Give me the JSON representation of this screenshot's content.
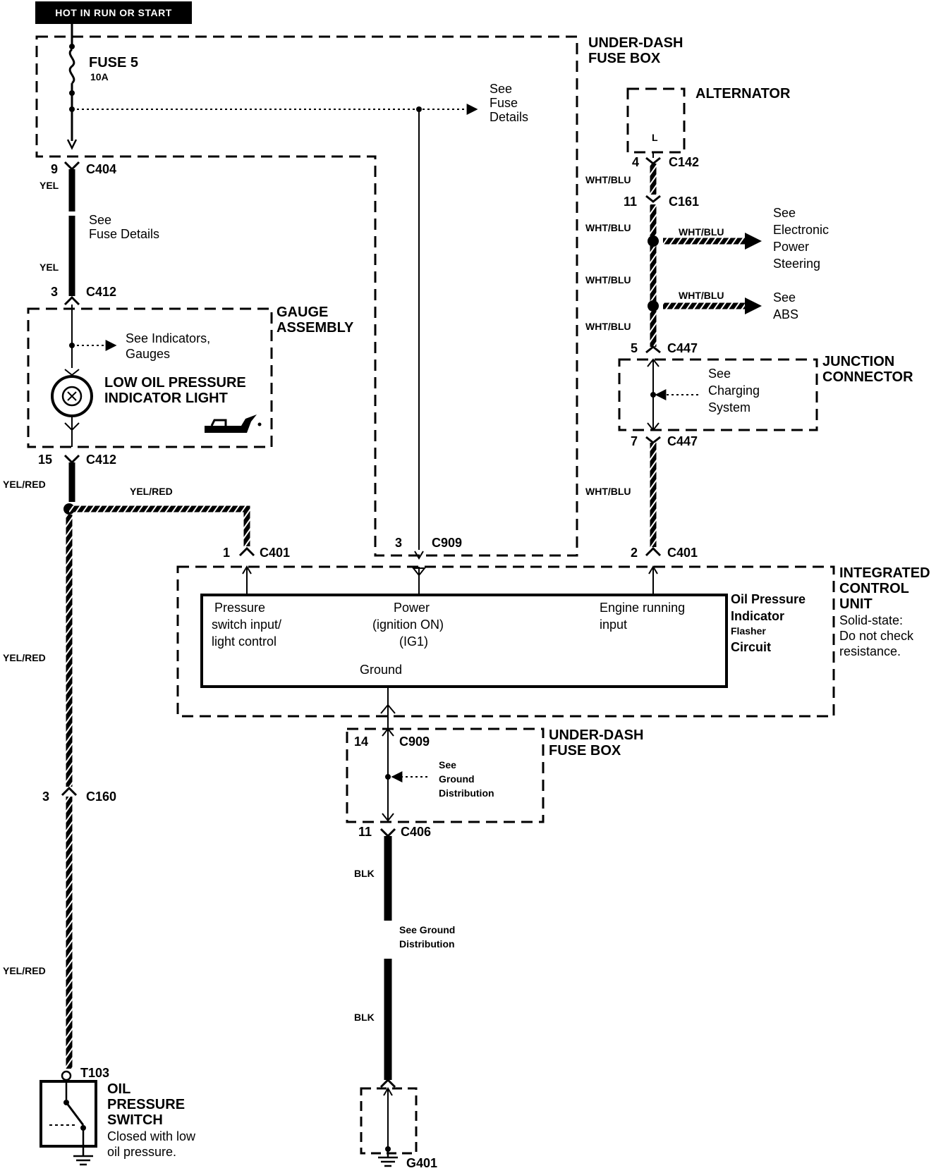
{
  "banner": "HOT IN RUN OR START",
  "fuse": {
    "name": "FUSE 5",
    "rating": "10A"
  },
  "components": {
    "under_dash_fuse_box_top": [
      "UNDER-DASH",
      "FUSE BOX"
    ],
    "alternator": "ALTERNATOR",
    "alternator_terminal": "L",
    "gauge_assembly": [
      "GAUGE",
      "ASSEMBLY"
    ],
    "indicator_light": [
      "LOW OIL PRESSURE",
      "INDICATOR LIGHT"
    ],
    "junction_connector": [
      "JUNCTION",
      "CONNECTOR"
    ],
    "icu": [
      "INTEGRATED",
      "CONTROL",
      "UNIT"
    ],
    "icu_note": [
      "Solid-state:",
      "Do not check",
      "resistance."
    ],
    "icu_circuit": [
      "Oil  Pressure",
      "Indicator",
      "Flasher",
      "Circuit"
    ],
    "icu_pins": {
      "pressure": [
        "Pressure",
        "switch input/",
        "light control"
      ],
      "power": [
        "Power",
        "(ignition ON)",
        "(IG1)"
      ],
      "engine": [
        "Engine running",
        "input"
      ],
      "ground": "Ground"
    },
    "under_dash_fuse_box_bottom": [
      "UNDER-DASH",
      "FUSE BOX"
    ],
    "oil_pressure_switch": [
      "OIL",
      "PRESSURE",
      "SWITCH"
    ],
    "oil_pressure_switch_note": [
      "Closed with low",
      "oil pressure."
    ]
  },
  "connectors": {
    "c404": {
      "pin": "9",
      "name": "C404"
    },
    "c412_top": {
      "pin": "3",
      "name": "C412"
    },
    "c412_bottom": {
      "pin": "15",
      "name": "C412"
    },
    "c401_1": {
      "pin": "1",
      "name": "C401"
    },
    "c909_top": {
      "pin": "3",
      "name": "C909"
    },
    "c401_2": {
      "pin": "2",
      "name": "C401"
    },
    "c142": {
      "pin": "4",
      "name": "C142"
    },
    "c161": {
      "pin": "11",
      "name": "C161"
    },
    "c447_top": {
      "pin": "5",
      "name": "C447"
    },
    "c447_bottom": {
      "pin": "7",
      "name": "C447"
    },
    "c909_bottom": {
      "pin": "14",
      "name": "C909"
    },
    "c406": {
      "pin": "11",
      "name": "C406"
    },
    "c160": {
      "pin": "3",
      "name": "C160"
    },
    "t103": "T103",
    "g401": "G401"
  },
  "wires": {
    "yel_1": "YEL",
    "yel_2": "YEL",
    "yelred_branch": "YEL/RED",
    "yelred_1": "YEL/RED",
    "yelred_2": "YEL/RED",
    "yelred_3": "YEL/RED",
    "whtblu_1": "WHT/BLU",
    "whtblu_2": "WHT/BLU",
    "whtblu_3": "WHT/BLU",
    "whtblu_4": "WHT/BLU",
    "whtblu_5": "WHT/BLU",
    "whtblu_eps": "WHT/BLU",
    "whtblu_abs": "WHT/BLU",
    "blk_1": "BLK",
    "blk_2": "BLK"
  },
  "references": {
    "fuse_details_right": [
      "See",
      "Fuse",
      "Details"
    ],
    "fuse_details_wire": [
      "See",
      "Fuse Details"
    ],
    "indicators_gauges": [
      "See Indicators,",
      "Gauges"
    ],
    "eps": [
      "See",
      "Electronic",
      "Power",
      "Steering"
    ],
    "abs": [
      "See",
      "ABS"
    ],
    "charging": [
      "See",
      "Charging",
      "System"
    ],
    "ground_dist_box": [
      "See",
      "Ground",
      "Distribution"
    ],
    "ground_dist_wire": [
      "See Ground",
      "Distribution"
    ]
  }
}
